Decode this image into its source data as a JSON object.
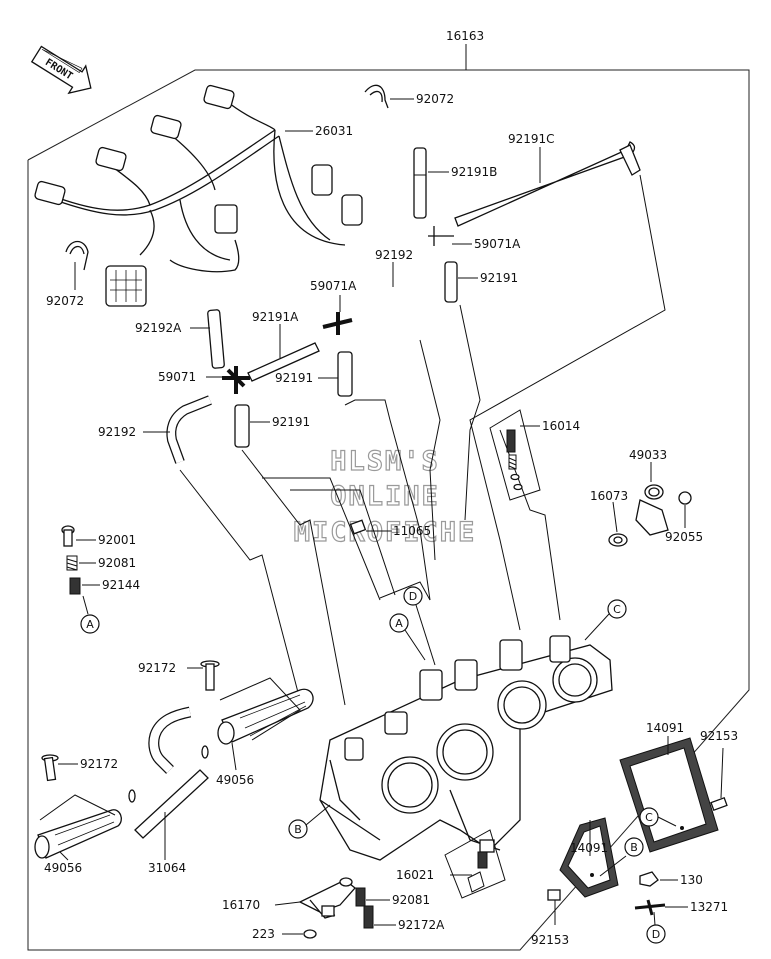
{
  "watermark": {
    "line1": "HLSM'S",
    "line2": "ONLINE",
    "line3": "MICROFICHE"
  },
  "front_arrow": {
    "text": "FRONT"
  },
  "assembly_number": "16163",
  "part_labels": {
    "p16163": "16163",
    "p26031": "26031",
    "p92072_top": "92072",
    "p92072_left": "92072",
    "p92191C": "92191C",
    "p92191B": "92191B",
    "p59071A_right": "59071A",
    "p92191_right": "92191",
    "p92192_top": "92192",
    "p59071A_mid": "59071A",
    "p92192A": "92192A",
    "p92191A": "92191A",
    "p59071": "59071",
    "p92191_mid": "92191",
    "p92191_low": "92191",
    "p92192_left": "92192",
    "p16014": "16014",
    "p49033": "49033",
    "p16073": "16073",
    "p92055": "92055",
    "p11065": "11065",
    "p92001": "92001",
    "p92081_left": "92081",
    "p92144": "92144",
    "p92172_top": "92172",
    "p92172_left": "92172",
    "p49056_mid": "49056",
    "p49056_low": "49056",
    "p31064": "31064",
    "p14091_right": "14091",
    "p92153_right": "92153",
    "p14091_low": "14091",
    "p92153_low": "92153",
    "p16021": "16021",
    "p16170": "16170",
    "p92081_low": "92081",
    "p223": "223",
    "p92172A": "92172A",
    "p130": "130",
    "p13271": "13271"
  },
  "callouts": {
    "A1": "A",
    "A2": "A",
    "B1": "B",
    "B2": "B",
    "C1": "C",
    "C2": "C",
    "D1": "D",
    "D2": "D"
  }
}
